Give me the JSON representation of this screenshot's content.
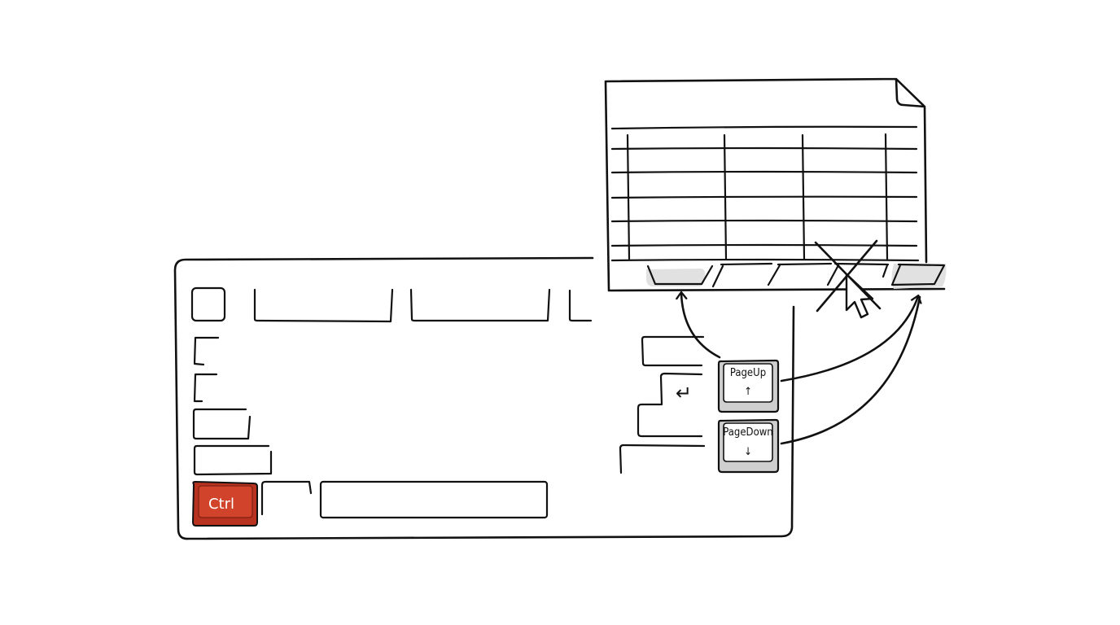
{
  "keyboard": {
    "ctrl_key": {
      "label": "Ctrl",
      "color": "#c63a22",
      "highlighted": true
    },
    "page_up_key": {
      "label": "PageUp",
      "arrow": "↑"
    },
    "page_down_key": {
      "label": "PageDown",
      "arrow": "↓"
    },
    "enter_key": {
      "symbol": "↵"
    }
  },
  "spreadsheet": {
    "sheet_tabs": [
      {
        "active": true,
        "highlight": "#e1e1e1"
      },
      {
        "active": false
      },
      {
        "active": false
      },
      {
        "active": false,
        "crossed_out": true
      },
      {
        "active": true,
        "highlight": "#e1e1e1"
      }
    ],
    "mouse_click": {
      "crossed_out": true
    }
  },
  "arrows": [
    {
      "from": "page_up_key",
      "to": "sheet_tabs.0"
    },
    {
      "from": "page_up_key",
      "to": "sheet_tabs.4"
    },
    {
      "from": "page_down_key",
      "to": "sheet_tabs.4"
    }
  ]
}
